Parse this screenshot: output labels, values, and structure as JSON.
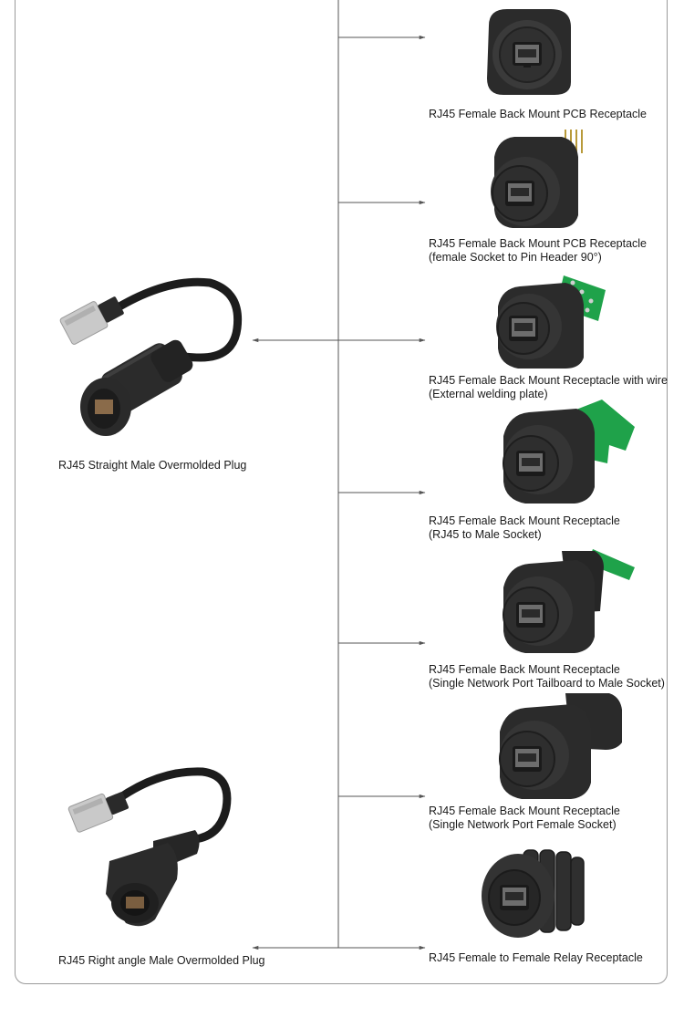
{
  "left_items": [
    {
      "id": "plug-straight",
      "label": "RJ45 Straight Male Overmolded Plug"
    },
    {
      "id": "plug-right-angle",
      "label": "RJ45 Right angle Male Overmolded Plug"
    }
  ],
  "right_items": [
    {
      "id": "pcb-receptacle",
      "line1": "RJ45 Female Back Mount PCB Receptacle",
      "line2": ""
    },
    {
      "id": "pcb-pin-header",
      "line1": "RJ45 Female Back Mount PCB Receptacle",
      "line2": "(female Socket to Pin Header 90°)"
    },
    {
      "id": "with-wire",
      "line1": "RJ45 Female Back Mount Receptacle with wire",
      "line2": "(External welding plate)"
    },
    {
      "id": "rj45-male-socket",
      "line1": "RJ45 Female Back Mount Receptacle",
      "line2": "(RJ45 to Male Socket)"
    },
    {
      "id": "tailboard",
      "line1": "RJ45 Female Back Mount Receptacle",
      "line2": "(Single Network Port Tailboard to Male Socket)"
    },
    {
      "id": "female-socket",
      "line1": "RJ45 Female Back Mount Receptacle",
      "line2": "(Single Network Port Female Socket)"
    },
    {
      "id": "relay",
      "line1": "RJ45 Female to Female Relay Receptacle",
      "line2": ""
    }
  ],
  "colors": {
    "line": "#555555",
    "frame": "#9a9a9a",
    "body": "#2b2b2b",
    "body_light": "#3d3d3d",
    "pcb_green": "#1fa24a",
    "metal": "#c8c8c8"
  }
}
